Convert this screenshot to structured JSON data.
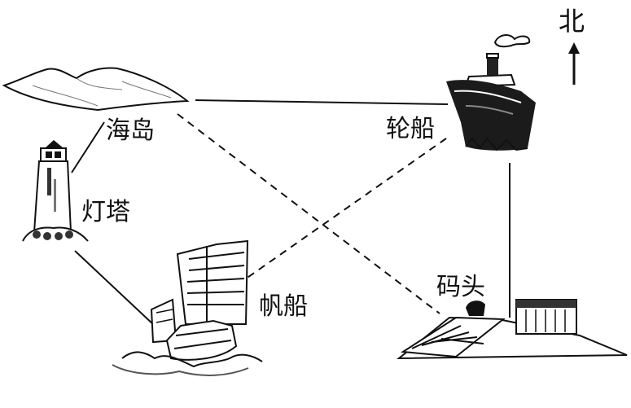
{
  "labels": {
    "north": "北",
    "island": "海岛",
    "ship": "轮船",
    "lighthouse": "灯塔",
    "sailboat": "帆船",
    "dock": "码头"
  },
  "colors": {
    "ink": "#111111",
    "paper": "#ffffff",
    "shade": "#555555"
  }
}
